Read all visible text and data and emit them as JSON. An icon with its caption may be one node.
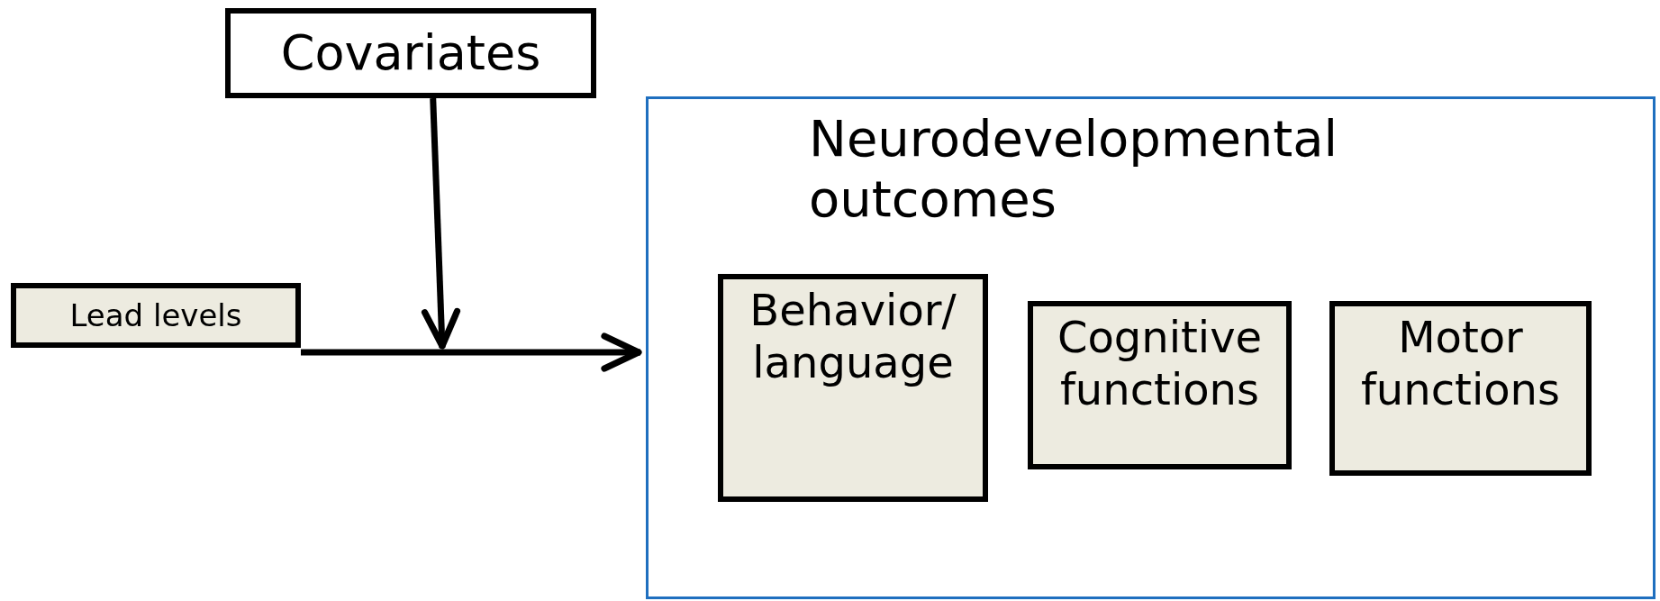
{
  "diagram": {
    "nodes": [
      {
        "text": [
          "Covariates"
        ]
      },
      {
        "text": [
          "Lead levels"
        ]
      },
      {
        "text": [
          "Neurodevelopmental outcomes"
        ]
      },
      {
        "text": [
          "Behavior/ language"
        ],
        "in": 2
      },
      {
        "text": [
          "Cognitive functions"
        ],
        "in": 2
      },
      {
        "text": [
          "Motor functions"
        ],
        "in": 2
      }
    ],
    "edges": [
      {
        "from": 1,
        "to": 2,
        "arrow": "to"
      },
      {
        "from": 0,
        "to": null,
        "arrow": "to"
      }
    ]
  }
}
